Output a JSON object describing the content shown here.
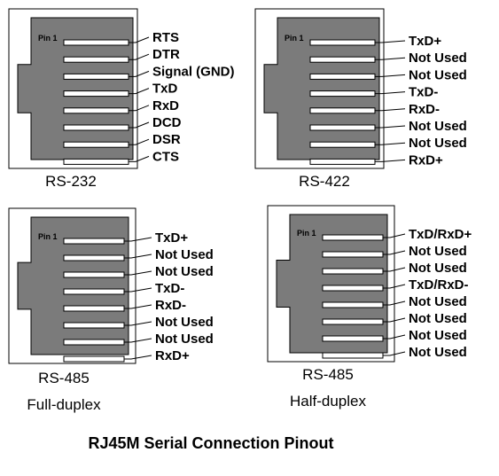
{
  "pin1_label": "Pin 1",
  "title": "RJ45M Serial Connection Pinout",
  "connectors": [
    {
      "caption": "RS-232",
      "subcaption": "",
      "pins": [
        "RTS",
        "DTR",
        "Signal (GND)",
        "TxD",
        "RxD",
        "DCD",
        "DSR",
        "CTS"
      ]
    },
    {
      "caption": "RS-422",
      "subcaption": "",
      "pins": [
        "TxD+",
        "Not Used",
        "Not Used",
        "TxD-",
        "RxD-",
        "Not Used",
        "Not Used",
        "RxD+"
      ]
    },
    {
      "caption": "RS-485",
      "subcaption": "Full-duplex",
      "pins": [
        "TxD+",
        "Not Used",
        "Not Used",
        "TxD-",
        "RxD-",
        "Not Used",
        "Not Used",
        "RxD+"
      ]
    },
    {
      "caption": "RS-485",
      "subcaption": "Half-duplex",
      "pins": [
        "TxD/RxD+",
        "Not Used",
        "Not Used",
        "TxD/RxD-",
        "Not Used",
        "Not Used",
        "Not Used",
        "Not Used"
      ]
    }
  ],
  "colors": {
    "body": "#7b7b7b",
    "outline": "#000000",
    "background": "#ffffff"
  }
}
